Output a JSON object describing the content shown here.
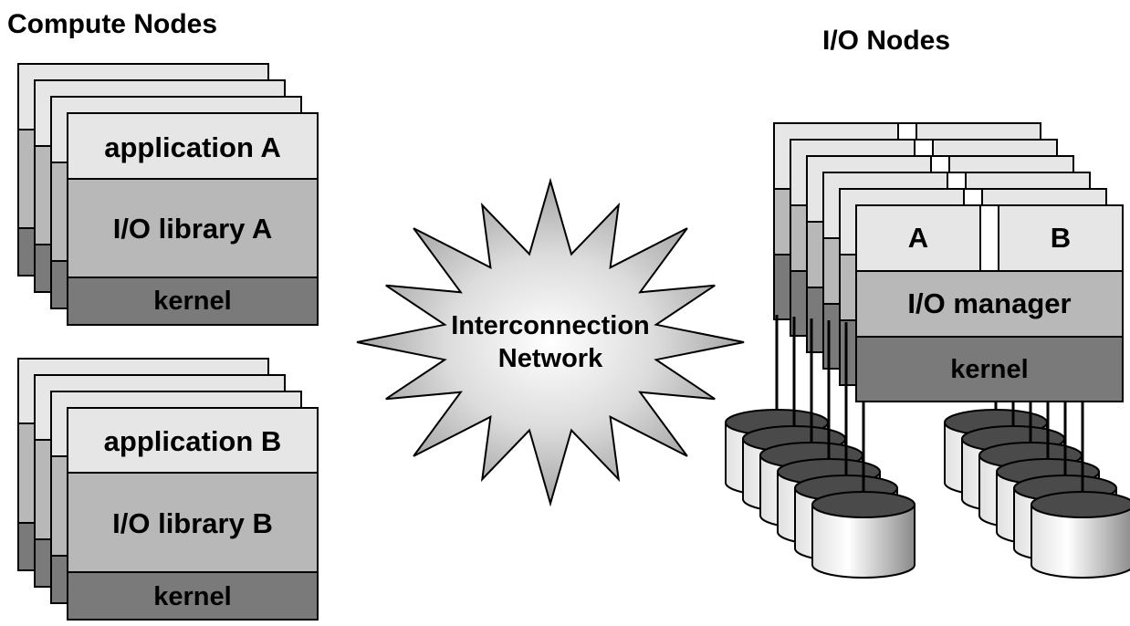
{
  "compute_nodes": {
    "title": "Compute Nodes",
    "node_a": {
      "application": "application A",
      "library": "I/O library A",
      "kernel": "kernel"
    },
    "node_b": {
      "application": "application B",
      "library": "I/O library B",
      "kernel": "kernel"
    }
  },
  "network": {
    "line1": "Interconnection",
    "line2": "Network"
  },
  "io_nodes": {
    "title": "I/O Nodes",
    "slot_a": "A",
    "slot_b": "B",
    "manager": "I/O manager",
    "kernel": "kernel"
  },
  "colors": {
    "layer_top": "#e6e6e6",
    "layer_mid": "#b8b8b8",
    "layer_bottom": "#7a7a7a",
    "burst_center": "#ffffff",
    "burst_edge": "#8c8c8c",
    "disk_top": "#4a4a4a"
  }
}
